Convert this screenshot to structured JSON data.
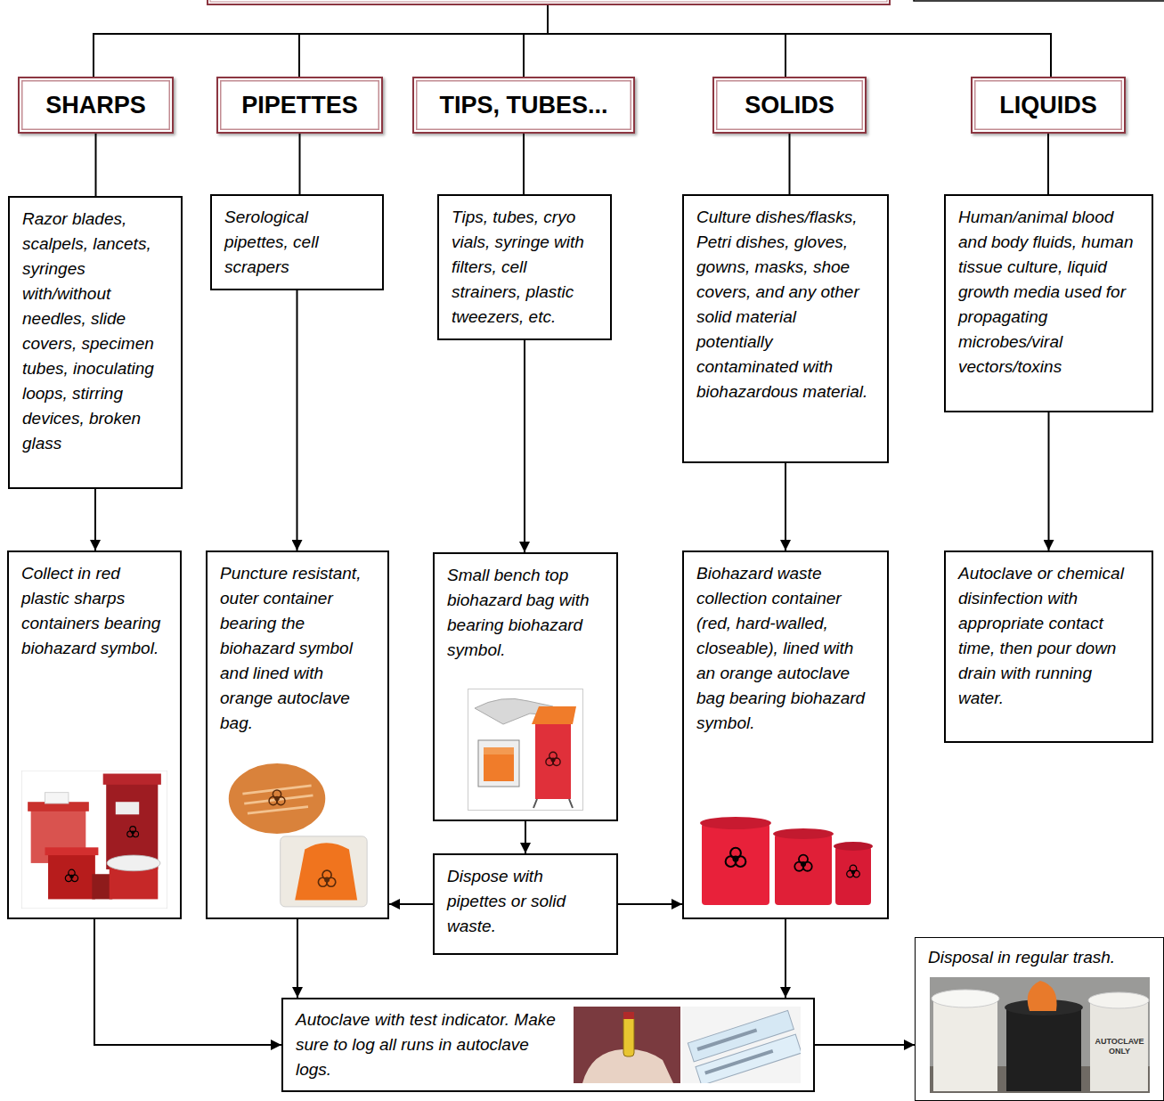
{
  "diagram": {
    "nodes": [
      {
        "text": [
          "SHARPS"
        ]
      },
      {
        "text": [
          "PIPETTES"
        ]
      },
      {
        "text": [
          "TIPS, TUBES..."
        ]
      },
      {
        "text": [
          "SOLIDS"
        ]
      },
      {
        "text": [
          "LIQUIDS"
        ]
      },
      {
        "text": [
          "Razor blades, scalpels, lancets, syringes with/without needles, slide covers, specimen tubes, inoculating loops, stirring devices, broken glass"
        ]
      },
      {
        "text": [
          "Serological pipettes, cell scrapers"
        ]
      },
      {
        "text": [
          "Tips, tubes, cryo vials, syringe with filters, cell strainers, plastic tweezers, etc."
        ]
      },
      {
        "text": [
          "Culture dishes/flasks, Petri dishes, gloves, gowns, masks, shoe covers, and any other solid material potentially contaminated with biohazardous material."
        ]
      },
      {
        "text": [
          "Human/animal blood and body fluids, human tissue culture, liquid growth media used for propagating microbes/viral vectors/toxins"
        ]
      },
      {
        "text": [
          "Collect in red plastic sharps containers bearing biohazard symbol."
        ]
      },
      {
        "text": [
          "Puncture resistant, outer container bearing the biohazard symbol and lined with orange autoclave bag."
        ]
      },
      {
        "text": [
          "Small bench top biohazard bag with bearing biohazard symbol."
        ]
      },
      {
        "text": [
          "Biohazard waste collection container (red, hard-walled, closeable), lined with an orange autoclave bag bearing biohazard symbol."
        ]
      },
      {
        "text": [
          "Autoclave or chemical disinfection with appropriate contact time, then pour down drain with running water."
        ]
      },
      {
        "text": [
          "Dispose with pipettes or solid waste."
        ]
      },
      {
        "text": [
          "Autoclave with test indicator. Make sure to log all runs in autoclave logs."
        ]
      },
      {
        "text": [
          "Disposal in regular trash."
        ]
      }
    ],
    "edges": [
      {
        "from": 0,
        "to": 5,
        "arrow": "none"
      },
      {
        "from": 1,
        "to": 6,
        "arrow": "none"
      },
      {
        "from": 2,
        "to": 7,
        "arrow": "none"
      },
      {
        "from": 3,
        "to": 8,
        "arrow": "none"
      },
      {
        "from": 4,
        "to": 9,
        "arrow": "none"
      },
      {
        "from": 5,
        "to": 10,
        "arrow": "to"
      },
      {
        "from": 6,
        "to": 11,
        "arrow": "to"
      },
      {
        "from": 7,
        "to": 12,
        "arrow": "to"
      },
      {
        "from": 8,
        "to": 13,
        "arrow": "to"
      },
      {
        "from": 9,
        "to": 14,
        "arrow": "to"
      },
      {
        "from": 12,
        "to": 15,
        "arrow": "to"
      },
      {
        "from": 15,
        "to": 11,
        "arrow": "to"
      },
      {
        "from": 15,
        "to": 13,
        "arrow": "to"
      },
      {
        "from": 10,
        "to": 16,
        "arrow": "to"
      },
      {
        "from": 11,
        "to": 16,
        "arrow": "to"
      },
      {
        "from": 13,
        "to": 16,
        "arrow": "to"
      },
      {
        "from": 16,
        "to": 17,
        "arrow": "to"
      }
    ],
    "labels": [
      "AUTOCLAVE ONLY"
    ]
  }
}
